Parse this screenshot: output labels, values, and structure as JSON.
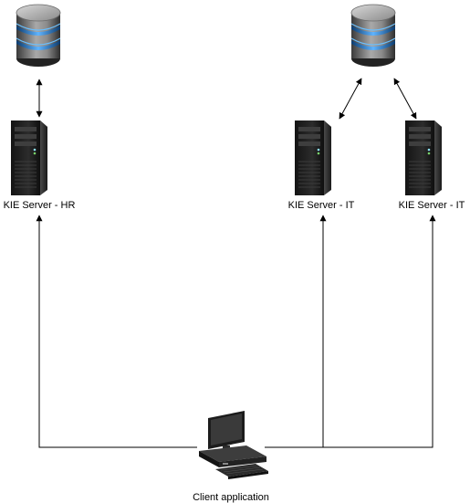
{
  "diagram": {
    "nodes": {
      "db_left": {
        "label": "",
        "icon": "database-icon"
      },
      "db_right": {
        "label": "",
        "icon": "database-icon"
      },
      "server_hr": {
        "label": "KIE Server - HR",
        "icon": "server-tower-icon"
      },
      "server_it_1": {
        "label": "KIE Server - IT",
        "icon": "server-tower-icon"
      },
      "server_it_2": {
        "label": "KIE Server - IT",
        "icon": "server-tower-icon"
      },
      "client": {
        "label": "Client application",
        "icon": "workstation-icon"
      }
    },
    "edges": [
      {
        "from": "db_left",
        "to": "server_hr",
        "arrows": "both"
      },
      {
        "from": "db_right",
        "to": "server_it_1",
        "arrows": "both"
      },
      {
        "from": "db_right",
        "to": "server_it_2",
        "arrows": "both"
      },
      {
        "from": "client",
        "to": "server_hr",
        "arrows": "end"
      },
      {
        "from": "client",
        "to": "server_it_1",
        "arrows": "end"
      },
      {
        "from": "client",
        "to": "server_it_2",
        "arrows": "end"
      }
    ]
  }
}
